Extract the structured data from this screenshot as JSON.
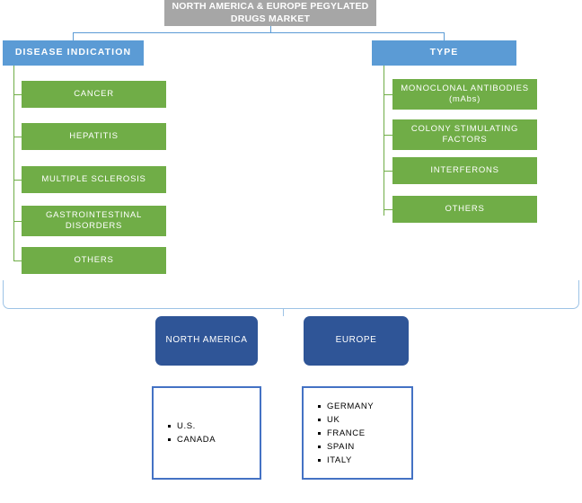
{
  "diagram": {
    "title": "NORTH AMERICA & EUROPE PEGYLATED DRUGS MARKET",
    "colors": {
      "title_bg": "#a6a6a6",
      "category_bg": "#5b9bd5",
      "leaf_bg": "#70ad47",
      "region_bg": "#2f5597",
      "panel_border": "#4472c4",
      "connector": "#5b9bd5",
      "connector_green": "#70ad47"
    },
    "categories": [
      {
        "label": "DISEASE INDICATION",
        "items": [
          {
            "label": "CANCER"
          },
          {
            "label": "HEPATITIS"
          },
          {
            "label": "MULTIPLE SCLEROSIS"
          },
          {
            "label": "GASTROINTESTINAL DISORDERS"
          },
          {
            "label": "OTHERS"
          }
        ]
      },
      {
        "label": "TYPE",
        "items": [
          {
            "label": "MONOCLONAL ANTIBODIES (mAbs)"
          },
          {
            "label": "COLONY STIMULATING FACTORS"
          },
          {
            "label": "INTERFERONS"
          },
          {
            "label": "OTHERS"
          }
        ]
      }
    ],
    "regions": [
      {
        "label": "NORTH AMERICA",
        "countries": [
          "U.S.",
          "CANADA"
        ]
      },
      {
        "label": "EUROPE",
        "countries": [
          "GERMANY",
          "UK",
          "FRANCE",
          "SPAIN",
          "ITALY"
        ]
      }
    ]
  }
}
